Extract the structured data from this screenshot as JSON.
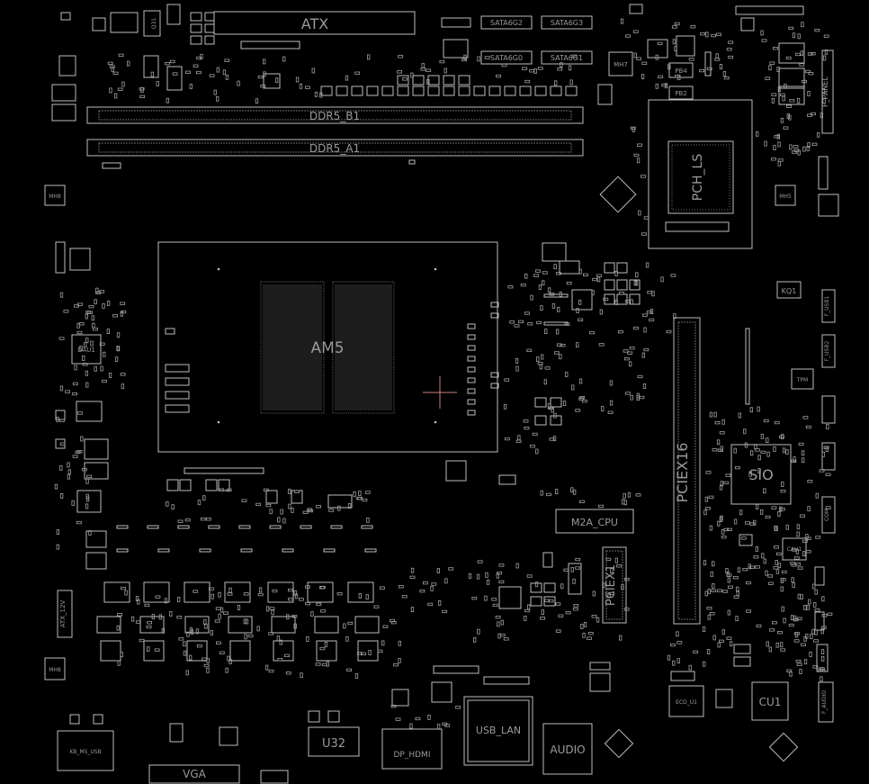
{
  "labels": {
    "atx": "ATX",
    "ddr5_b1": "DDR5_B1",
    "ddr5_a1": "DDR5_A1",
    "am5": "AM5",
    "pciex16": "PCIEX16",
    "pciex1": "PCIEX1",
    "sio": "SIO",
    "m2a_cpu": "M2A_CPU",
    "pch_ls": "PCH_LS",
    "vga": "VGA",
    "u32": "U32",
    "dp_hdmi": "DP_HDMI",
    "usb_lan": "USB_LAN",
    "audio": "AUDIO",
    "cu1": "CU1",
    "kb_ms_usb": "KB_MS_USB",
    "atx_12v": "ATX_12V",
    "f_panel": "F_PANEL",
    "dau1": "DAU1",
    "kq1": "KQ1",
    "sata_2": "SATA6G2",
    "sata_3": "SATA6G3",
    "sata_0": "SATA6G0",
    "sata_1": "SATA6G1",
    "mh7": "MH7",
    "mh8": "MH8",
    "mh6": "MH6",
    "mh5": "MH5",
    "pb4": "PB4",
    "pb2": "PB2",
    "tpm": "TPM",
    "com": "COM",
    "caut": "CAU1",
    "ecd_u1": "ECD_U1",
    "f_audio": "F_AUDIO",
    "f_usb1": "F_USB1",
    "f_usb2": "F_USB2",
    "q31": "Q31"
  }
}
